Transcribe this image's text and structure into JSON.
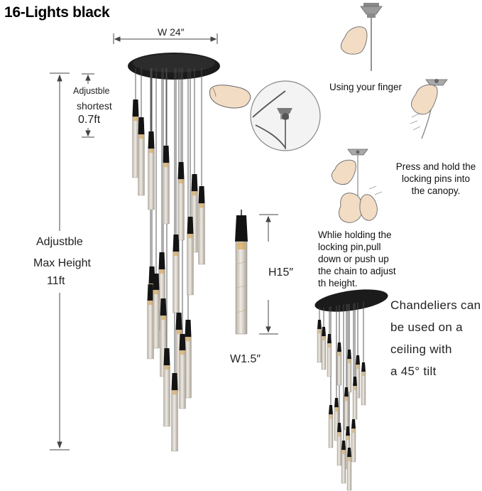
{
  "title": "16-Lights black",
  "dimensions": {
    "width": "W 24″",
    "adjustable_shortest": [
      "Adjustble",
      "shortest",
      "0.7ft"
    ],
    "adjustable_max": [
      "Adjustble",
      "Max Height",
      "11ft"
    ],
    "pendant_height": "H15″",
    "pendant_width": "W1.5″"
  },
  "instructions": {
    "step1": "Using your finger",
    "step2": [
      "Press and hold the",
      "locking pins into",
      "the canopy."
    ],
    "step3": [
      "Whlie holding the",
      "locking pin,pull",
      "down or push up",
      "the chain to adjust",
      "th height."
    ]
  },
  "tilt_note": [
    "Chandeliers can",
    "be used on a",
    "ceiling with",
    "a 45° tilt"
  ],
  "colors": {
    "canopy": "#1b1b1b",
    "line": "#333333",
    "skin": "#f2dcc4",
    "crystal": "#d9d4cc"
  }
}
